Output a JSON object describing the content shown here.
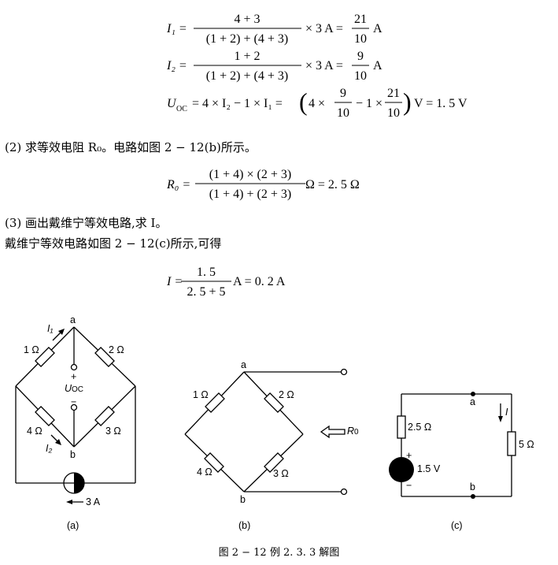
{
  "equations": {
    "i1": {
      "lhs": "I₁ =",
      "num": "4 + 3",
      "den": "(1 + 2) + (4 + 3)",
      "mid": "× 3 A =",
      "res_num": "21",
      "res_den": "10",
      "unit": "A"
    },
    "i2": {
      "lhs": "I₂ =",
      "num": "1 + 2",
      "den": "(1 + 2) + (4 + 3)",
      "mid": "× 3 A =",
      "res_num": "9",
      "res_den": "10",
      "unit": "A"
    },
    "uoc": {
      "lhs": "U",
      "lhs_sub": "OC",
      "expr": "= 4 × I₂ − 1 × I₁ =",
      "paren_a": "4 ×",
      "frac_a_num": "9",
      "frac_a_den": "10",
      "paren_b": "− 1 ×",
      "frac_b_num": "21",
      "frac_b_den": "10",
      "tail": "V = 1. 5  V"
    },
    "r0": {
      "lhs": "R₀ =",
      "num": "(1 + 4) × (2 + 3)",
      "den": "(1 + 4) + (2 + 3)",
      "tail": "Ω = 2. 5  Ω"
    },
    "i": {
      "lhs": "I =",
      "num": "1. 5",
      "den": "2. 5 + 5",
      "tail": "A = 0. 2  A"
    }
  },
  "text": {
    "step2": "(2) 求等效电阻 R₀。电路如图 2 − 12(b)所示。",
    "step3": "(3) 画出戴维宁等效电路,求 I。",
    "step3b": "戴维宁等效电路如图 2 − 12(c)所示,可得"
  },
  "figures": {
    "a": {
      "node_a": "a",
      "node_b": "b",
      "r1": "1 Ω",
      "r2": "2 Ω",
      "r3": "3 Ω",
      "r4": "4 Ω",
      "i1": "I₁",
      "i2": "I₂",
      "plus": "+",
      "minus": "−",
      "uoc": "U",
      "uoc_sub": "OC",
      "source": "3 A",
      "caption": "(a)"
    },
    "b": {
      "node_a": "a",
      "node_b": "b",
      "r1": "1 Ω",
      "r2": "2 Ω",
      "r3": "3 Ω",
      "r4": "4 Ω",
      "r0": "R",
      "r0_sub": "0",
      "caption": "(b)"
    },
    "c": {
      "node_a": "a",
      "node_b": "b",
      "r_int": "2.5 Ω",
      "v_src": "1.5 V",
      "r_load": "5 Ω",
      "plus": "+",
      "minus": "−",
      "current": "I",
      "caption": "(c)"
    }
  },
  "caption": "图 2 − 12    例 2. 3. 3 解图"
}
